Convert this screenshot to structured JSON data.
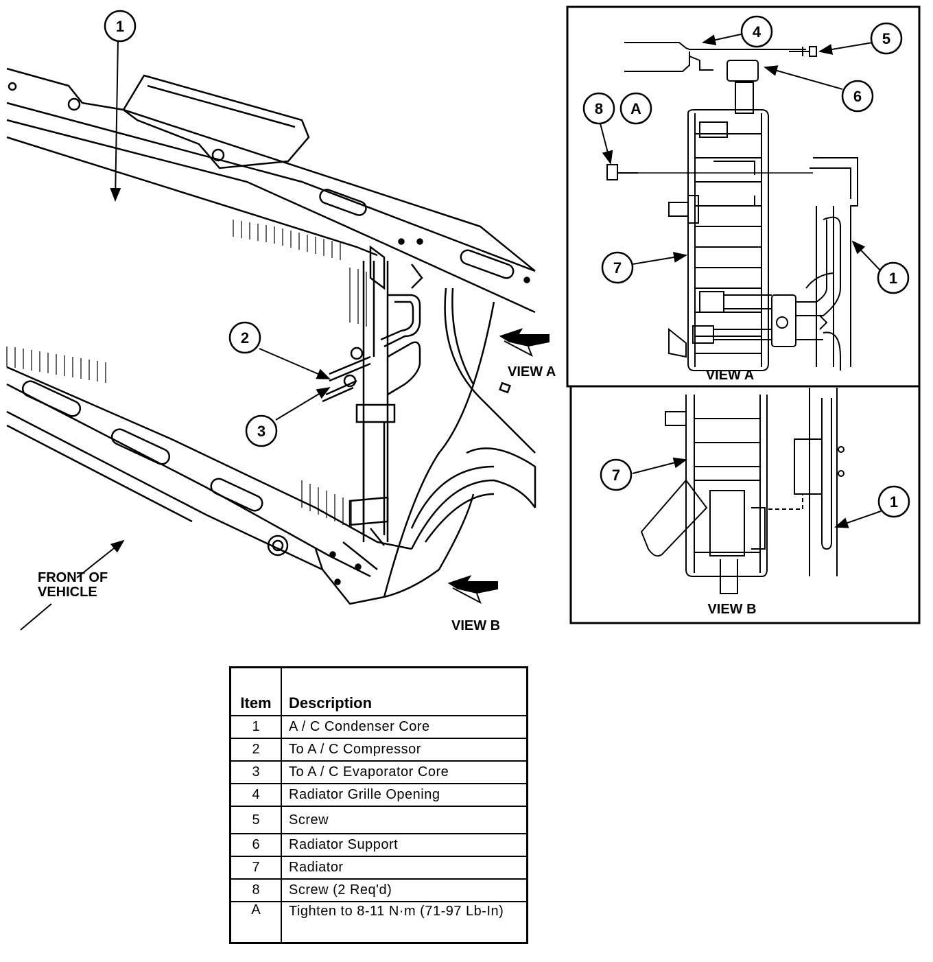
{
  "main_view": {
    "front_label_line1": "FRONT OF",
    "front_label_line2": "VEHICLE",
    "view_a_arrow_label": "VIEW A",
    "view_b_arrow_label": "VIEW B",
    "callouts": {
      "c1": "1",
      "c2": "2",
      "c3": "3"
    }
  },
  "view_a_panel": {
    "title": "VIEW A",
    "callouts": {
      "c4": "4",
      "c5": "5",
      "c6": "6",
      "c8": "8",
      "cA": "A",
      "c7": "7",
      "c1": "1"
    }
  },
  "view_b_panel": {
    "title": "VIEW B",
    "callouts": {
      "c7": "7",
      "c1": "1"
    }
  },
  "legend": {
    "headers": {
      "item": "Item",
      "description": "Description"
    },
    "rows": [
      {
        "item": "1",
        "description": "A / C Condenser Core"
      },
      {
        "item": "2",
        "description": "To A / C Compressor"
      },
      {
        "item": "3",
        "description": "To A / C Evaporator Core"
      },
      {
        "item": "4",
        "description": "Radiator Grille Opening"
      },
      {
        "item": "5",
        "description": "Screw"
      },
      {
        "item": "6",
        "description": "Radiator Support"
      },
      {
        "item": "7",
        "description": "Radiator"
      },
      {
        "item": "8",
        "description": "Screw (2 Req'd)"
      },
      {
        "item": "A",
        "description": "Tighten to 8-11 N·m (71-97 Lb-In)"
      }
    ]
  }
}
